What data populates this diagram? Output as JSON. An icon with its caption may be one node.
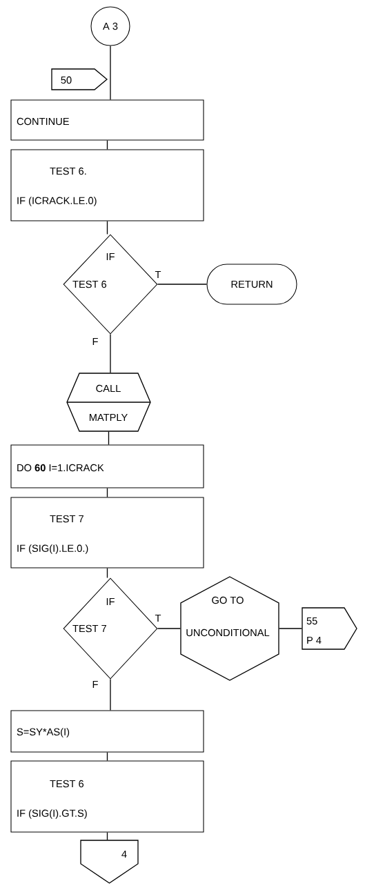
{
  "diagram": {
    "nodes": [
      {
        "text": [
          "A 3"
        ]
      },
      {
        "text": [
          "50"
        ]
      },
      {
        "text": [
          "CONTINUE"
        ]
      },
      {
        "text": [
          "TEST 6.",
          "IF (ICRACK.LE.0)"
        ]
      },
      {
        "text": [
          "IF",
          "TEST 6"
        ]
      },
      {
        "text": [
          "RETURN"
        ]
      },
      {
        "text": [
          "CALL",
          "MATPLY"
        ]
      },
      {
        "text": [
          "DO **60** I=1.ICRACK"
        ]
      },
      {
        "text": [
          "TEST 7",
          "IF (SIG(I).LE.0.)"
        ]
      },
      {
        "text": [
          "IF",
          "TEST 7"
        ]
      },
      {
        "text": [
          "GO TO",
          "UNCONDITIONAL"
        ]
      },
      {
        "text": [
          "55",
          "P 4"
        ]
      },
      {
        "text": [
          "S=SY*AS(I)"
        ]
      },
      {
        "text": [
          "TEST 6",
          "IF (SIG(I).GT.S)"
        ]
      },
      {
        "text": [
          "4"
        ]
      }
    ],
    "edges": [
      {
        "from": 0,
        "to": 2,
        "arrow": "none"
      },
      {
        "from": 2,
        "to": 3,
        "arrow": "none"
      },
      {
        "from": 3,
        "to": 4,
        "arrow": "none"
      },
      {
        "from": 4,
        "to": 5,
        "arrow": "none",
        "label": "T"
      },
      {
        "from": 4,
        "to": 6,
        "arrow": "none",
        "label": "F"
      },
      {
        "from": 6,
        "to": 7,
        "arrow": "none"
      },
      {
        "from": 7,
        "to": 8,
        "arrow": "none"
      },
      {
        "from": 8,
        "to": 9,
        "arrow": "none"
      },
      {
        "from": 9,
        "to": 10,
        "arrow": "none",
        "label": "T"
      },
      {
        "from": 10,
        "to": 11,
        "arrow": "none"
      },
      {
        "from": 9,
        "to": 12,
        "arrow": "none",
        "label": "F"
      },
      {
        "from": 12,
        "to": 13,
        "arrow": "none"
      },
      {
        "from": 13,
        "to": 14,
        "arrow": "none"
      }
    ]
  }
}
